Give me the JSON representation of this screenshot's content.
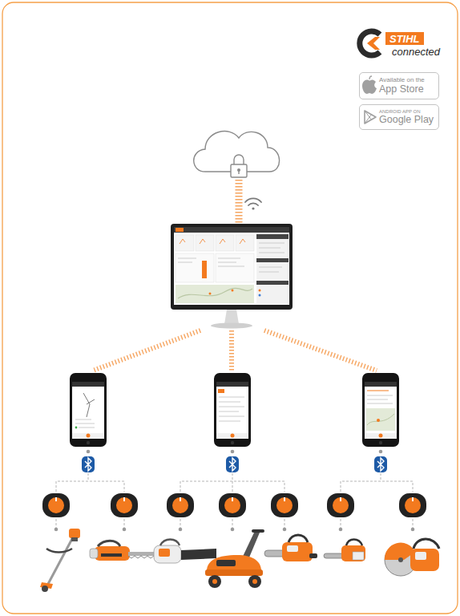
{
  "diagram": {
    "nodes": [
      {
        "text": [
          "Available on the",
          "App Store"
        ]
      },
      {
        "text": [
          "ANDROID APP ON",
          "Google Play"
        ]
      }
    ],
    "labels": [
      "STIHL",
      "connected"
    ]
  }
}
